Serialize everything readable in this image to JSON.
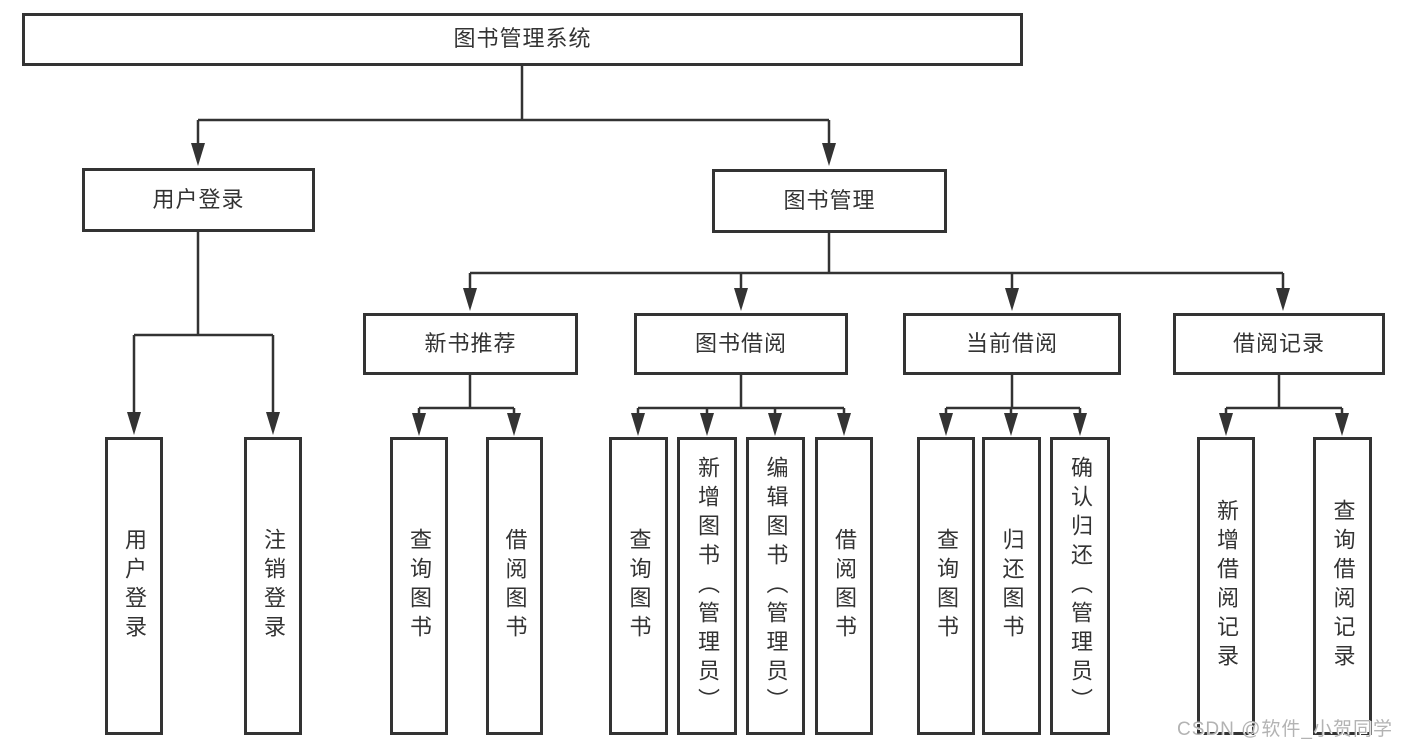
{
  "title": "图书管理系统",
  "watermark": "CSDN @软件_小贺同学",
  "colors": {
    "line": "#333333",
    "box_border": "#333333",
    "text": "#333333",
    "background": "#ffffff",
    "watermark": "#b3b3b3"
  },
  "tree": {
    "root": {
      "label": "图书管理系统"
    },
    "branches": [
      {
        "label": "用户登录",
        "children": [
          {
            "label": "用户登录"
          },
          {
            "label": "注销登录"
          }
        ]
      },
      {
        "label": "图书管理",
        "children": [
          {
            "label": "新书推荐",
            "children": [
              {
                "label": "查询图书"
              },
              {
                "label": "借阅图书"
              }
            ]
          },
          {
            "label": "图书借阅",
            "children": [
              {
                "label": "查询图书"
              },
              {
                "label": "新增图书（管理员）"
              },
              {
                "label": "编辑图书（管理员）"
              },
              {
                "label": "借阅图书"
              }
            ]
          },
          {
            "label": "当前借阅",
            "children": [
              {
                "label": "查询图书"
              },
              {
                "label": "归还图书"
              },
              {
                "label": "确认归还（管理员）"
              }
            ]
          },
          {
            "label": "借阅记录",
            "children": [
              {
                "label": "新增借阅记录"
              },
              {
                "label": "查询借阅记录"
              }
            ]
          }
        ]
      }
    ]
  }
}
